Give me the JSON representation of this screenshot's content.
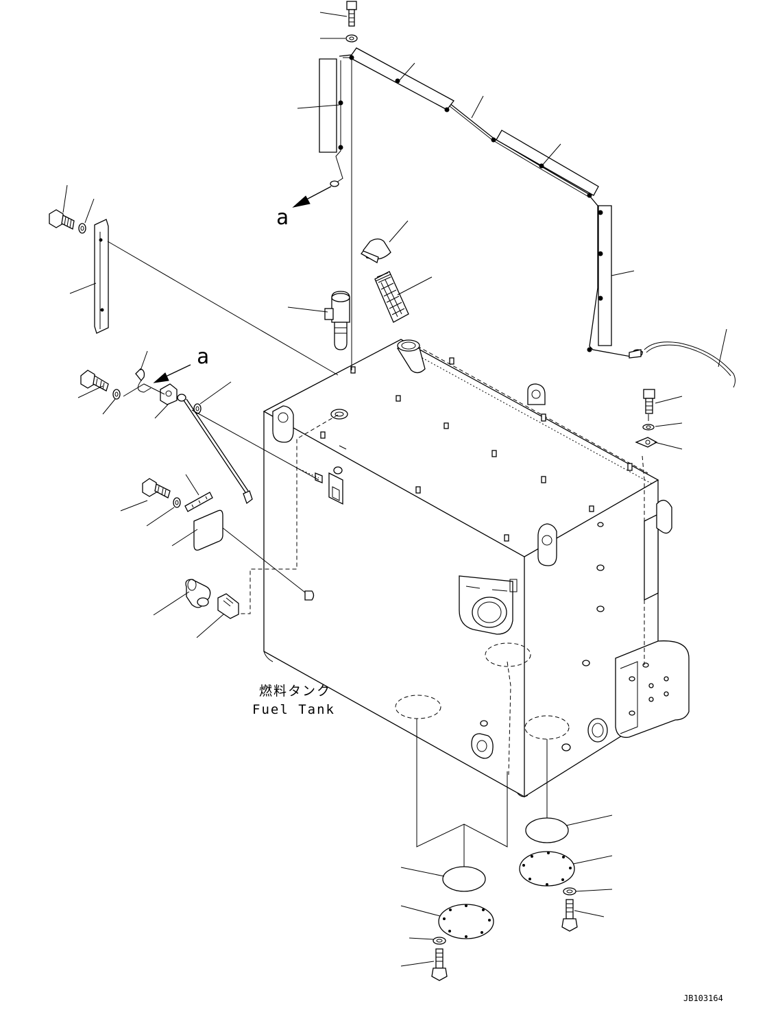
{
  "tank_label_jp": "燃料タンク",
  "tank_label_en": "Fuel Tank",
  "view_marker_top": "a",
  "view_marker_side": "a",
  "drawing_code": "JB103164"
}
